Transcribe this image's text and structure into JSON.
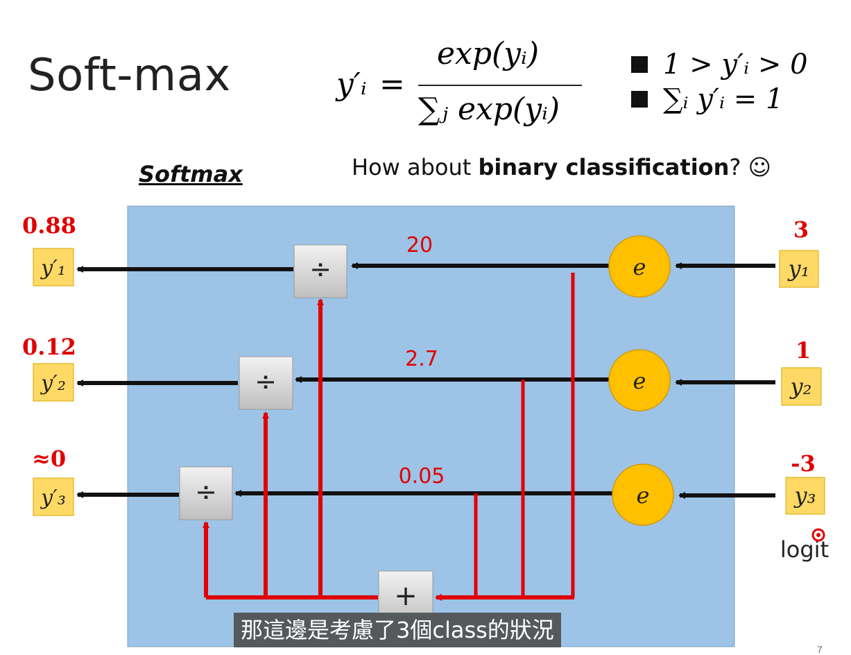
{
  "title": "Soft-max",
  "formula": {
    "lhs": "y′ᵢ",
    "equals": "=",
    "numerator": "exp(yᵢ)",
    "denominator": "∑ⱼ exp(yᵢ)"
  },
  "properties": [
    "1 > y′ᵢ > 0",
    "∑ᵢ y′ᵢ = 1"
  ],
  "diagram_title": "Softmax",
  "question": {
    "prefix": "How about ",
    "bold": "binary classification",
    "suffix": "? ☺"
  },
  "rows": [
    {
      "input_label": "y₁",
      "logit_value": "3",
      "exp_value": "20",
      "output_label": "y′₁",
      "output_value": "0.88"
    },
    {
      "input_label": "y₂",
      "logit_value": "1",
      "exp_value": "2.7",
      "output_label": "y′₂",
      "output_value": "0.12"
    },
    {
      "input_label": "y₃",
      "logit_value": "-3",
      "exp_value": "0.05",
      "output_label": "y′₃",
      "output_value": "≈0"
    }
  ],
  "node_labels": {
    "exp": "e",
    "divide": "÷",
    "sum": "+"
  },
  "logit_label": "logit",
  "caption": "那這邊是考慮了3個class的狀況",
  "page_number": "7",
  "colors": {
    "panel": "#9dc3e6",
    "exp_node": "#ffc000",
    "label_box": "#ffd966",
    "red": "#e00000",
    "arrow": "#111111"
  }
}
